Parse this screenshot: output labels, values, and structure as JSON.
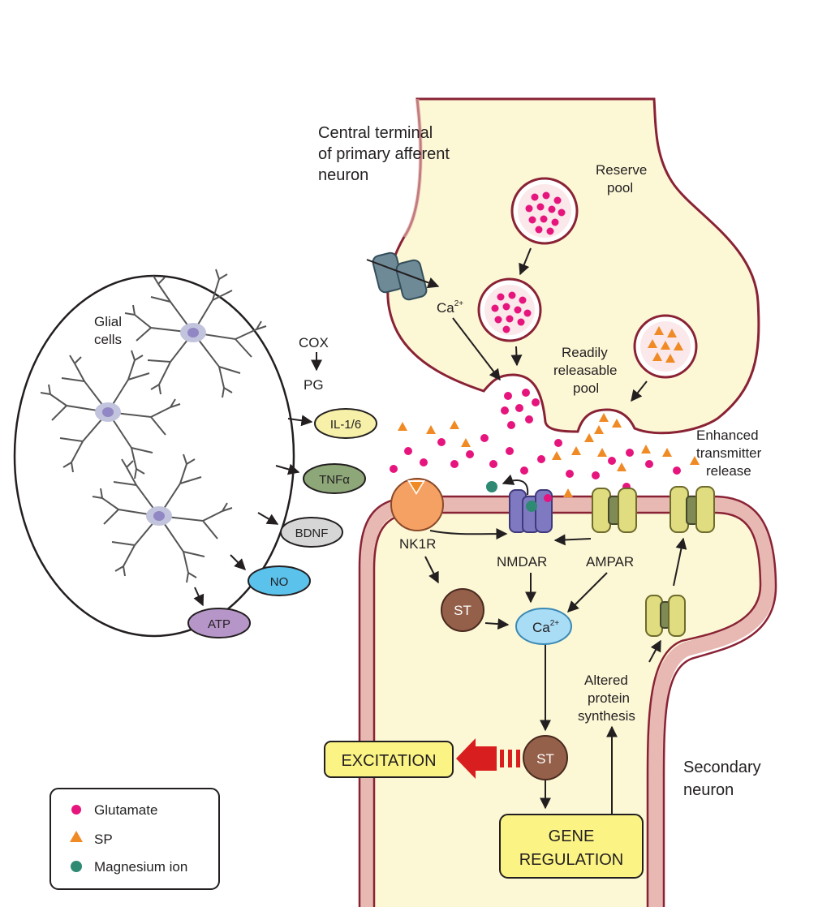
{
  "terminal": {
    "label_line1": "Central terminal",
    "label_line2": "of primary afferent",
    "label_line3": "neuron",
    "reserve_line1": "Reserve",
    "reserve_line2": "pool",
    "readily_line1": "Readily",
    "readily_line2": "releasable",
    "readily_line3": "pool",
    "ca_label": "Ca",
    "ca_sup": "2+"
  },
  "glia": {
    "label_line1": "Glial",
    "label_line2": "cells",
    "cox": "COX",
    "pg": "PG",
    "mediators": {
      "il": "IL-1/6",
      "tnf": "TNFα",
      "bdnf": "BDNF",
      "no": "NO",
      "atp": "ATP"
    },
    "colors": {
      "il": "#f6f0a8",
      "tnf": "#8ea778",
      "bdnf": "#d6d6d6",
      "no": "#5bc2ec",
      "atp": "#b696c8"
    }
  },
  "cleft": {
    "enhanced_line1": "Enhanced",
    "enhanced_line2": "transmitter",
    "enhanced_line3": "release"
  },
  "postsynaptic": {
    "nk1r": "NK1R",
    "nmdar": "NMDAR",
    "ampar": "AMPAR",
    "st": "ST",
    "ca_label": "Ca",
    "ca_sup": "2+",
    "altered_line1": "Altered",
    "altered_line2": "protein",
    "altered_line3": "synthesis",
    "excitation": "EXCITATION",
    "gene_line1": "GENE",
    "gene_line2": "REGULATION",
    "secondary_line1": "Secondary",
    "secondary_line2": "neuron"
  },
  "legend": {
    "glutamate": "Glutamate",
    "sp": "SP",
    "magnesium": "Magnesium ion",
    "colors": {
      "glutamate": "#e6157e",
      "sp": "#f08a24",
      "magnesium": "#2f8a73"
    }
  }
}
